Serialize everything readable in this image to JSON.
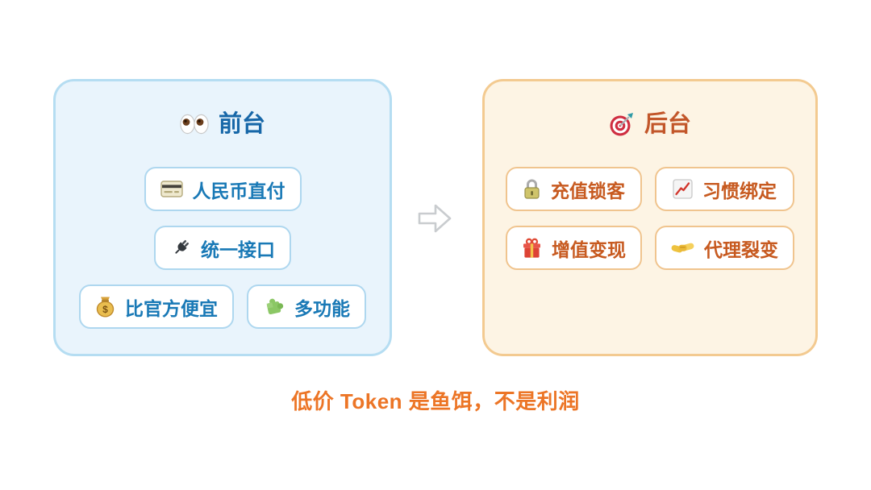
{
  "front_panel": {
    "title": "前台",
    "title_icon": "eyes-icon",
    "bg_color": "#e9f4fc",
    "border_color": "#b5ddf2",
    "title_color": "#1767a8",
    "item_text_color": "#1979b6",
    "item_border_color": "#aed7ef",
    "items": [
      {
        "icon": "credit-card-icon",
        "label": "人民币直付"
      },
      {
        "icon": "plug-icon",
        "label": "统一接口"
      },
      {
        "icon": "money-bag-icon",
        "label": "比官方便宜"
      },
      {
        "icon": "puzzle-icon",
        "label": "多功能"
      }
    ]
  },
  "back_panel": {
    "title": "后台",
    "title_icon": "dart-icon",
    "bg_color": "#fdf4e4",
    "border_color": "#f3ca90",
    "title_color": "#c2562a",
    "item_text_color": "#c75a20",
    "item_border_color": "#f0c48e",
    "items": [
      {
        "icon": "lock-icon",
        "label": "充值锁客"
      },
      {
        "icon": "chart-up-icon",
        "label": "习惯绑定"
      },
      {
        "icon": "gift-icon",
        "label": "增值变现"
      },
      {
        "icon": "handshake-icon",
        "label": "代理裂变"
      }
    ]
  },
  "arrow": {
    "direction": "right",
    "color": "#c9cccf"
  },
  "caption": {
    "text": "低价 Token 是鱼饵，不是利润",
    "color": "#ec7526"
  }
}
